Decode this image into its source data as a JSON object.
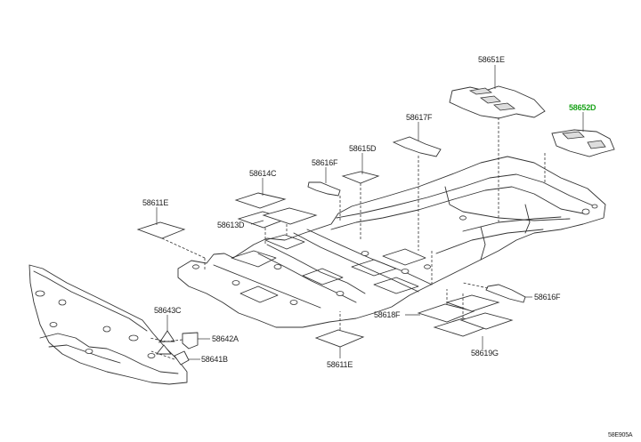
{
  "diagram": {
    "id_code": "58E905A",
    "highlight_color": "#1aa31a",
    "labels": {
      "p58651E": "58651E",
      "p58652D": "58652D",
      "p58617F": "58617F",
      "p58615D": "58615D",
      "p58616F_top": "58616F",
      "p58614C": "58614C",
      "p58613D": "58613D",
      "p58611E_left": "58611E",
      "p58616F_right": "58616F",
      "p58618F": "58618F",
      "p58619G": "58619G",
      "p58643C": "58643C",
      "p58642A": "58642A",
      "p58641B": "58641B",
      "p58611E_bottom": "58611E"
    }
  }
}
